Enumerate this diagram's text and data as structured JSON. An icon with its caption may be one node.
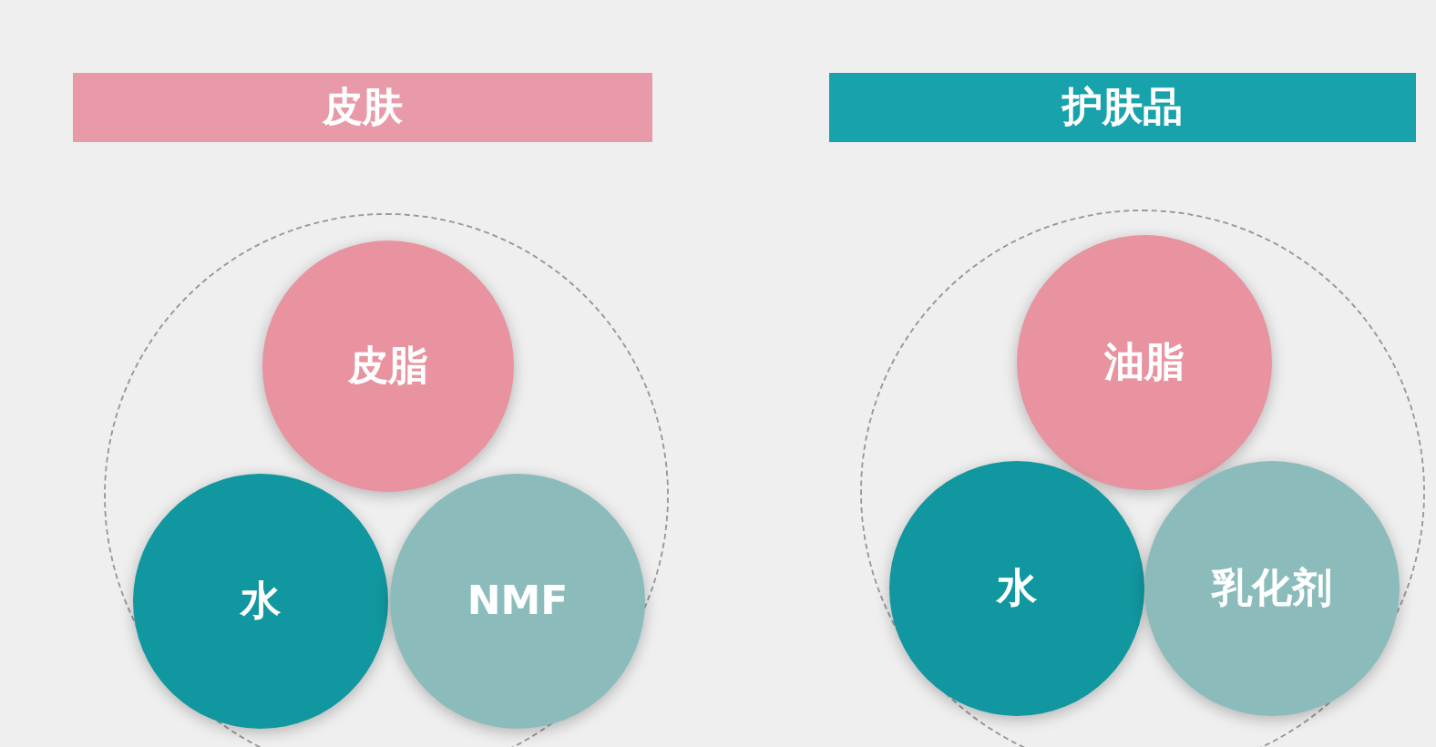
{
  "diagram": {
    "nodes": [
      {
        "text": [
          "皮肤"
        ]
      },
      {
        "text": [
          "护肤品"
        ]
      },
      {
        "text": [],
        "shape": "circle"
      },
      {
        "text": [
          "皮脂"
        ],
        "in": 2
      },
      {
        "text": [
          "水"
        ],
        "in": 2
      },
      {
        "text": [
          "NMF"
        ],
        "in": 2
      },
      {
        "text": [],
        "shape": "circle"
      },
      {
        "text": [
          "油脂"
        ],
        "in": 6
      },
      {
        "text": [
          "水"
        ],
        "in": 6
      },
      {
        "text": [
          "乳化剂"
        ],
        "in": 6
      }
    ],
    "edges": []
  }
}
